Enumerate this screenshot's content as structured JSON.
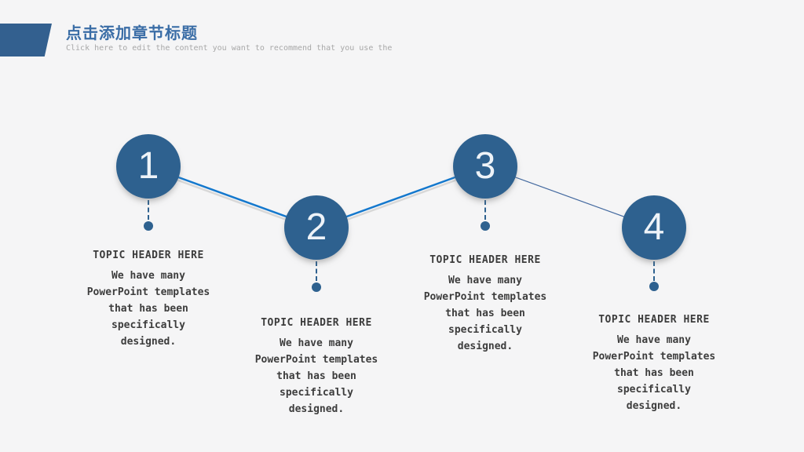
{
  "slide": {
    "header": {
      "title": "点击添加章节标题",
      "subtitle": "Click here to edit the content you want to recommend that you use the"
    },
    "steps": [
      {
        "number": "1",
        "heading": "TOPIC HEADER HERE",
        "body": "We have many PowerPoint templates that has been specifically designed."
      },
      {
        "number": "2",
        "heading": "TOPIC HEADER HERE",
        "body": "We have many PowerPoint templates that has been specifically designed."
      },
      {
        "number": "3",
        "heading": "TOPIC HEADER HERE",
        "body": "We have many PowerPoint templates that has been specifically designed."
      },
      {
        "number": "4",
        "heading": "TOPIC HEADER HERE",
        "body": "We have many PowerPoint templates that has been specifically designed."
      }
    ],
    "colors": {
      "circle_fill": "#2e618f",
      "bright_connector": "#1478cd",
      "connector_shadow": "#d8d8d8",
      "thin_connector": "#43699f",
      "title_blue": "#3a6da6",
      "subtitle_gray": "#a8a8a8",
      "body_text": "#3d3d3d",
      "background": "#f5f5f6"
    }
  }
}
